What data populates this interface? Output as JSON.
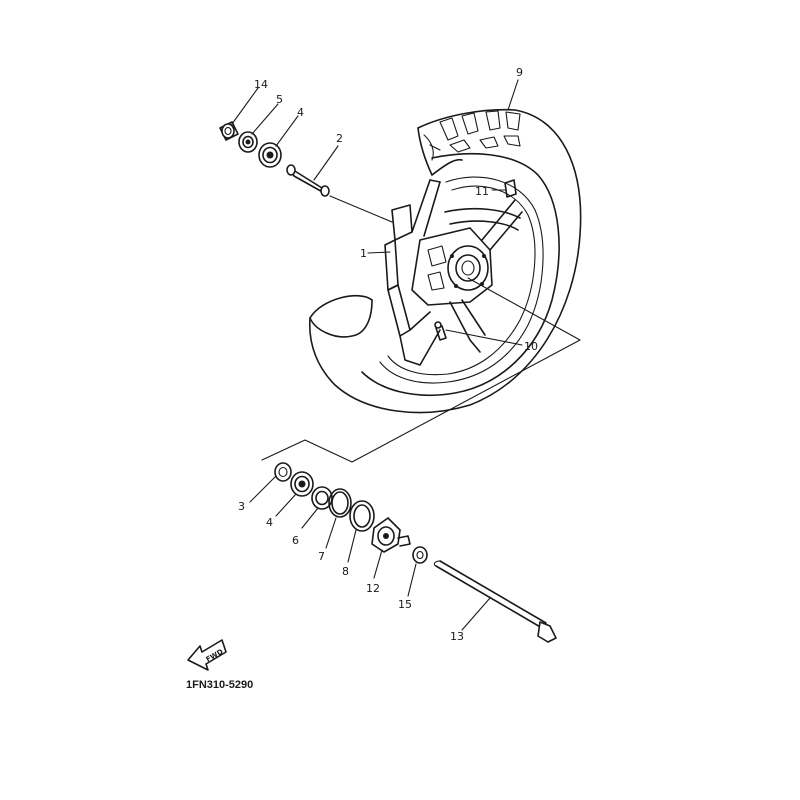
{
  "diagram": {
    "part_code": "1FN310-5290",
    "fwd_label": "FWD",
    "callouts": {
      "p14": "14",
      "p5_top": "5",
      "p4_top": "4",
      "p2": "2",
      "p9": "9",
      "p11": "11",
      "p1": "1",
      "p10": "10",
      "p3": "3",
      "p4_bottom": "4",
      "p6": "6",
      "p7": "7",
      "p8": "8",
      "p12": "12",
      "p15": "15",
      "p13": "13"
    },
    "icons": [
      "fwd-arrow-icon"
    ]
  }
}
